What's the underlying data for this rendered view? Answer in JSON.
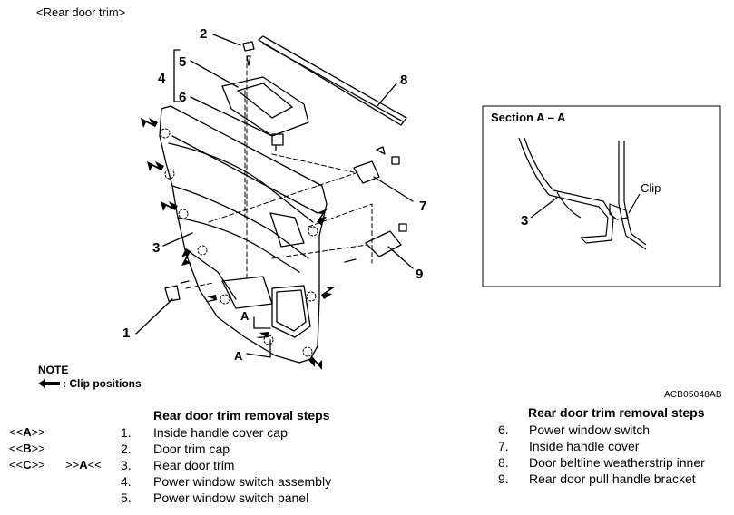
{
  "title": "<Rear door trim>",
  "note": {
    "heading": "NOTE",
    "legend": ": Clip positions",
    "legend_icon": "black-arrow-icon"
  },
  "reference_code": "ACB05048AB",
  "diagram": {
    "callouts": [
      "1",
      "2",
      "3",
      "4",
      "5",
      "6",
      "7",
      "8",
      "9"
    ],
    "section_marks": [
      "A",
      "A"
    ]
  },
  "section": {
    "title": "Section A – A",
    "labels": [
      "3",
      "Clip"
    ]
  },
  "steps_left": {
    "heading": "Rear door trim removal steps",
    "items": [
      {
        "mark_pre": "<<",
        "mark": "A",
        "mark_post": ">>",
        "mark2_pre": "",
        "mark2": "",
        "mark2_post": "",
        "num": "1.",
        "text": "Inside handle cover cap"
      },
      {
        "mark_pre": "<<",
        "mark": "B",
        "mark_post": ">>",
        "mark2_pre": "",
        "mark2": "",
        "mark2_post": "",
        "num": "2.",
        "text": "Door trim cap"
      },
      {
        "mark_pre": "<<",
        "mark": "C",
        "mark_post": ">>",
        "mark2_pre": ">>",
        "mark2": "A",
        "mark2_post": "<<",
        "num": "3.",
        "text": "Rear door trim"
      },
      {
        "mark_pre": "",
        "mark": "",
        "mark_post": "",
        "mark2_pre": "",
        "mark2": "",
        "mark2_post": "",
        "num": "4.",
        "text": "Power window switch assembly"
      },
      {
        "mark_pre": "",
        "mark": "",
        "mark_post": "",
        "mark2_pre": "",
        "mark2": "",
        "mark2_post": "",
        "num": "5.",
        "text": "Power window switch panel"
      }
    ]
  },
  "steps_right": {
    "heading": "Rear door trim removal steps",
    "items": [
      {
        "num": "6.",
        "text": "Power window switch"
      },
      {
        "num": "7.",
        "text": "Inside handle cover"
      },
      {
        "num": "8.",
        "text": "Door beltline weatherstrip inner"
      },
      {
        "num": "9.",
        "text": "Rear door pull handle bracket"
      }
    ]
  }
}
